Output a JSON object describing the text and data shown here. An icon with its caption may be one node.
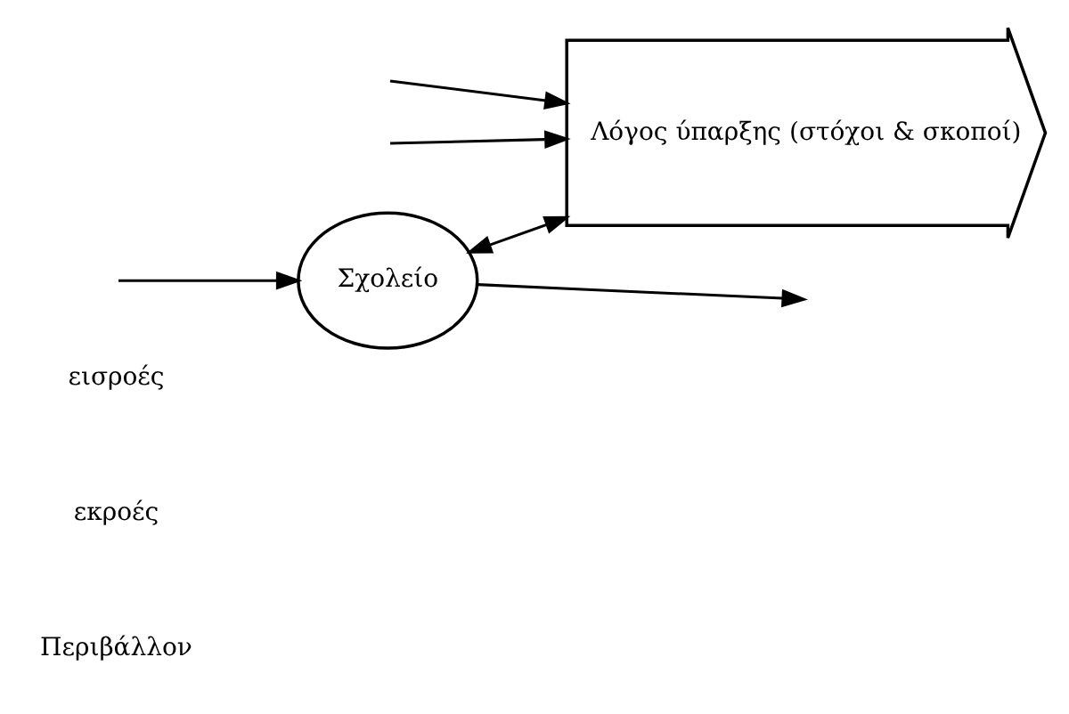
{
  "diagram": {
    "nodes": [
      {
        "text": [
          "Σχολείο"
        ]
      },
      {
        "text": [
          "Λόγος ύπαρξης (στόχοι & σκοποί)"
        ]
      }
    ],
    "edges": [
      {
        "from": 0,
        "to": null,
        "arrow": "to"
      },
      {
        "from": null,
        "to": 0,
        "arrow": "to"
      },
      {
        "from": 0,
        "to": 1,
        "arrow": "both"
      },
      {
        "from": null,
        "to": 1,
        "arrow": "to"
      },
      {
        "from": null,
        "to": 1,
        "arrow": "to"
      }
    ],
    "labels": [
      "Περιβάλλον",
      "εκροές",
      "εισροές"
    ]
  }
}
